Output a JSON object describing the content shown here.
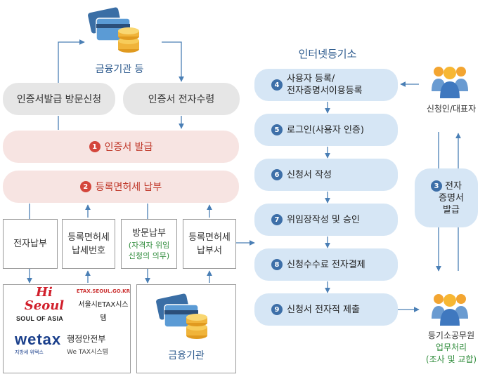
{
  "top": {
    "bank_label": "금융기관 등",
    "left_pill": "인증서발급 방문신청",
    "right_pill": "인증서 전자수령"
  },
  "steps_left": [
    {
      "num": "1",
      "label": "인증서 발급"
    },
    {
      "num": "2",
      "label": "등록면허세 납부"
    }
  ],
  "boxes": {
    "electronic_payment": "전자납부",
    "tax_number_line1": "등록면허세",
    "tax_number_line2": "납세번호",
    "visit_payment": "방문납부",
    "visit_note_line1": "(자격자 위임",
    "visit_note_line2": "신청의 의무)",
    "receipt_line1": "등록면허세",
    "receipt_line2": "납부서"
  },
  "logos": {
    "hiseoul": "Hi Seoul",
    "soul_of_asia": "SOUL OF ASIA",
    "etax_url": "ETAX.SEOUL.GO.KR",
    "etax_system": "서울시ETAX시스템",
    "wetax": "wetax",
    "wetax_sub": "지방세 위택스",
    "mois": "행정안전부",
    "wetax_system": "We TAX시스템"
  },
  "bank_bottom_label": "금융기관",
  "right_title": "인터넷등기소",
  "steps_right": [
    {
      "num": "4",
      "line1": "사용자 등록/",
      "line2": "전자증명서이용등록"
    },
    {
      "num": "5",
      "line1": "로그인(사용자 인증)",
      "line2": ""
    },
    {
      "num": "6",
      "line1": "신청서 작성",
      "line2": ""
    },
    {
      "num": "7",
      "line1": "위임장작성 및 승인",
      "line2": ""
    },
    {
      "num": "8",
      "line1": "신청수수료 전자결제",
      "line2": ""
    },
    {
      "num": "9",
      "line1": "신청서 전자적 제출",
      "line2": ""
    }
  ],
  "step3": {
    "num": "3",
    "line1": "전자",
    "line2": "증명서",
    "line3": "발급"
  },
  "applicant_label": "신청인/대표자",
  "registry_official": {
    "line1": "등기소공무원",
    "line2": "업무처리",
    "line3": "(조사 및 교합)"
  },
  "colors": {
    "line": "#4a7fb5",
    "blue_pill": "#d6e6f5",
    "pink_pill": "#f7e4e2",
    "grey_pill": "#e6e6e6",
    "accent_red": "#d4463c",
    "accent_blue": "#3d6fa8"
  }
}
